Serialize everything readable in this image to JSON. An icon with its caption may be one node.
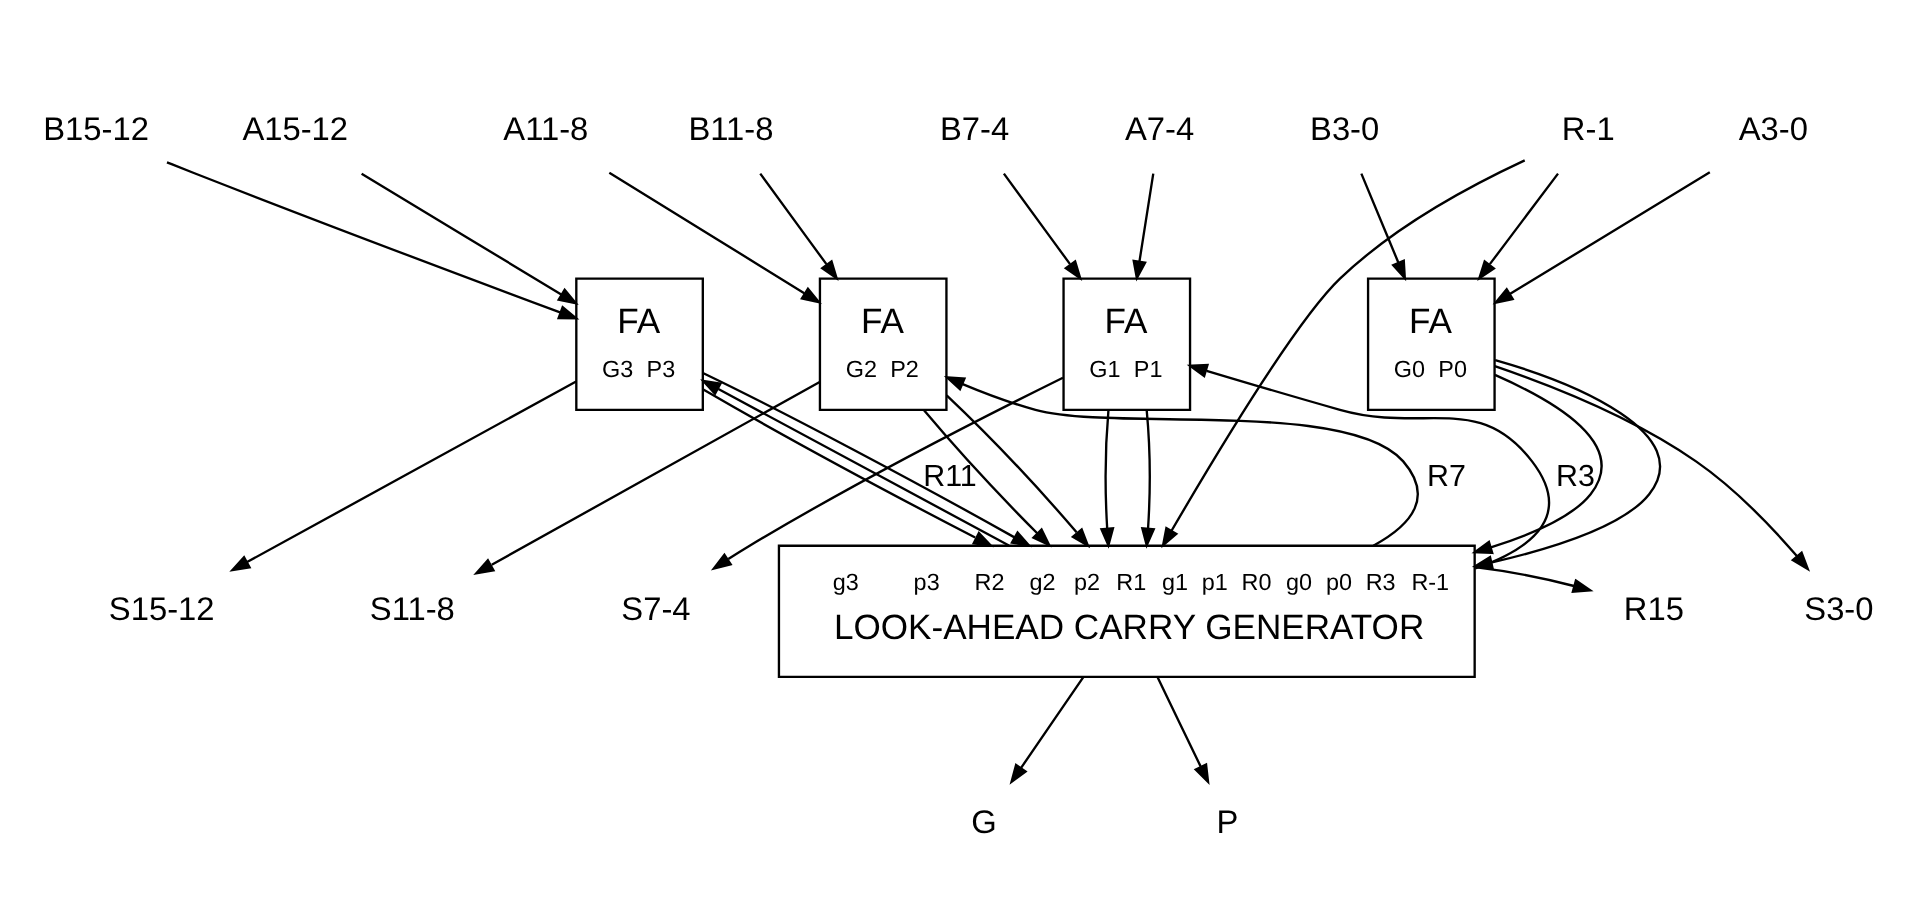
{
  "diagram": {
    "nodes": [
      {
        "text": [
          "A15-12"
        ]
      },
      {
        "text": [
          "A11-8"
        ]
      },
      {
        "text": [
          "A7-4"
        ]
      },
      {
        "text": [
          "A3-0"
        ]
      },
      {
        "text": [
          "B15-12"
        ]
      },
      {
        "text": [
          "B11-8"
        ]
      },
      {
        "text": [
          "B7-4"
        ]
      },
      {
        "text": [
          "B3-0"
        ]
      },
      {
        "text": [
          "R-1"
        ]
      },
      {
        "text": [
          "FA",
          "G3",
          "P3"
        ]
      },
      {
        "text": [
          "FA",
          "G2",
          "P2"
        ]
      },
      {
        "text": [
          "FA",
          "G1",
          "P1"
        ]
      },
      {
        "text": [
          "FA",
          "G0",
          "P0"
        ]
      },
      {
        "text": [
          "S15-12"
        ]
      },
      {
        "text": [
          "S11-8"
        ]
      },
      {
        "text": [
          "S7-4"
        ]
      },
      {
        "text": [
          "S3-0"
        ]
      },
      {
        "text": [
          "R15"
        ]
      },
      {
        "text": [
          "g3",
          "p3",
          "R2",
          "g2",
          "p2",
          "R1",
          "g1",
          "p1",
          "R0",
          "g0",
          "p0",
          "R3",
          "R-1",
          "LOOK-AHEAD CARRY GENERATOR"
        ]
      },
      {
        "text": [
          "G"
        ]
      },
      {
        "text": [
          "P"
        ]
      }
    ],
    "edges": [
      {
        "from": 0,
        "to": 9,
        "arrow": "to"
      },
      {
        "from": 4,
        "to": 9,
        "arrow": "to"
      },
      {
        "from": 18,
        "to": 9,
        "arrow": "to",
        "label": "R11"
      },
      {
        "from": 9,
        "to": 18,
        "arrow": "to"
      },
      {
        "from": 9,
        "to": 18,
        "arrow": "to"
      },
      {
        "from": 9,
        "to": 13,
        "arrow": "to"
      },
      {
        "from": 1,
        "to": 10,
        "arrow": "to"
      },
      {
        "from": 5,
        "to": 10,
        "arrow": "to"
      },
      {
        "from": 18,
        "to": 10,
        "arrow": "to",
        "label": "R7"
      },
      {
        "from": 10,
        "to": 18,
        "arrow": "to"
      },
      {
        "from": 10,
        "to": 18,
        "arrow": "to"
      },
      {
        "from": 10,
        "to": 14,
        "arrow": "to"
      },
      {
        "from": 2,
        "to": 11,
        "arrow": "to"
      },
      {
        "from": 6,
        "to": 11,
        "arrow": "to"
      },
      {
        "from": 18,
        "to": 11,
        "arrow": "to",
        "label": "R3"
      },
      {
        "from": 11,
        "to": 18,
        "arrow": "to"
      },
      {
        "from": 11,
        "to": 18,
        "arrow": "to"
      },
      {
        "from": 11,
        "to": 15,
        "arrow": "to"
      },
      {
        "from": 3,
        "to": 12,
        "arrow": "to"
      },
      {
        "from": 7,
        "to": 12,
        "arrow": "to"
      },
      {
        "from": 8,
        "to": 12,
        "arrow": "to"
      },
      {
        "from": 12,
        "to": 18,
        "arrow": "to"
      },
      {
        "from": 12,
        "to": 18,
        "arrow": "to"
      },
      {
        "from": 12,
        "to": 16,
        "arrow": "to"
      },
      {
        "from": 8,
        "to": 18,
        "arrow": "to"
      },
      {
        "from": 18,
        "to": 17,
        "arrow": "to"
      },
      {
        "from": 18,
        "to": 19,
        "arrow": "to"
      },
      {
        "from": 18,
        "to": 20,
        "arrow": "to"
      }
    ]
  }
}
